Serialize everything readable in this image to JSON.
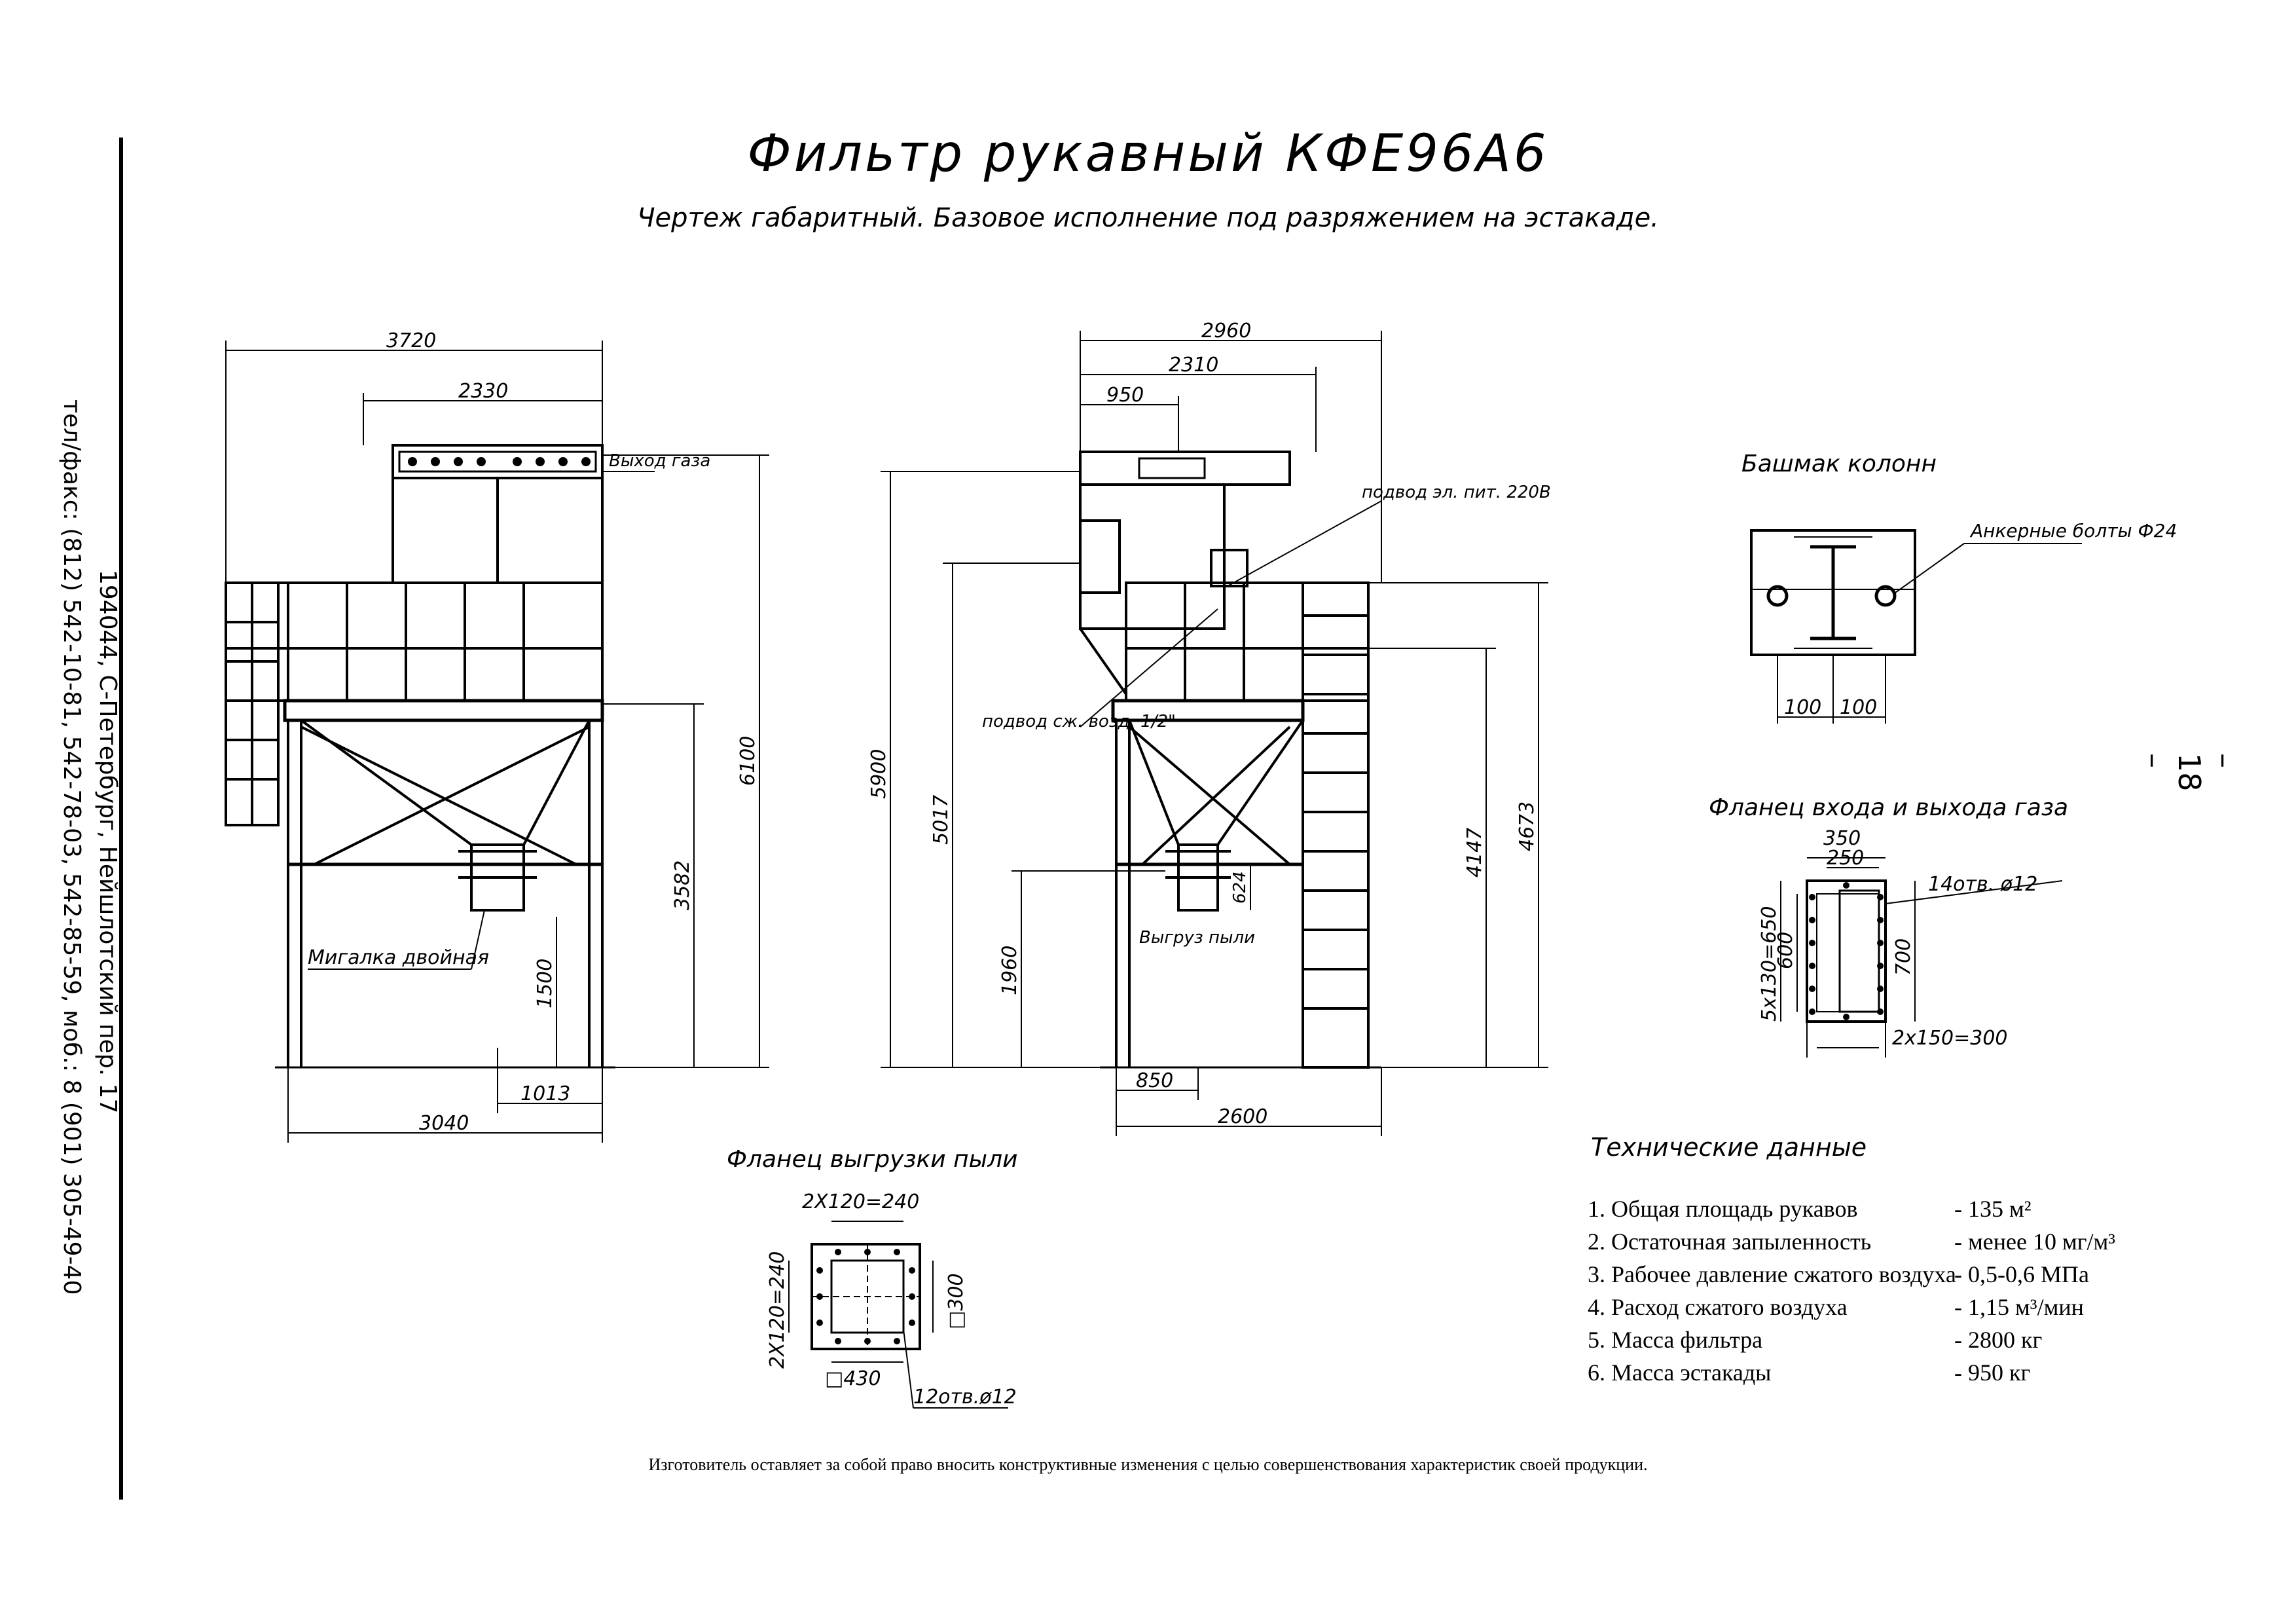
{
  "title": "Фильтр рукавный КФЕ96А6",
  "subtitle": "Чертеж габаритный. Базовое исполнение под разряжением на эстакаде.",
  "side_address": "194044, С-Петербург, Нейшлотский пер. 17",
  "side_phone": "тел/факс: (812) 542-10-81, 542-78-03, 542-85-59, моб.: 8 (901) 305-49-40",
  "page_number": "– 18 –",
  "front_view": {
    "dim_overall_width": "3720",
    "dim_top_width": "2330",
    "dim_base_width": "3040",
    "dim_offset": "1013",
    "dim_height_total": "6100",
    "dim_height_platform": "3582",
    "dim_height_outlet": "1500",
    "label_gas_outlet": "Выход газа",
    "label_flap": "Мигалка двойная"
  },
  "side_view": {
    "dim_overall_width": "2960",
    "dim_top_width": "2310",
    "dim_inlet": "950",
    "dim_base_width": "2600",
    "dim_offset": "850",
    "dim_height_total": "5900",
    "dim_height_inlet": "5017",
    "dim_height_ladder": "4673",
    "dim_height_platform": "4147",
    "dim_height_outlet": "1960",
    "dim_flap": "624",
    "label_power": "подвод эл. пит. 220В",
    "label_air": "подвод сж. возд. 1/2\"",
    "label_dust": "Выгруз пыли"
  },
  "column_base": {
    "title": "Башмак колонн",
    "label_bolts": "Анкерные болты Ф24",
    "dim_left": "100",
    "dim_right": "100"
  },
  "gas_flange": {
    "title": "Фланец входа и выхода газа",
    "dim_outer_w": "350",
    "dim_inner_w": "250",
    "dim_holes": "14отв. ø12",
    "dim_pitch_v": "5х130=650",
    "dim_inner_h": "600",
    "dim_outer_h": "700",
    "dim_pitch_h": "2х150=300"
  },
  "dust_flange": {
    "title": "Фланец выгрузки пыли",
    "dim_pitch_h": "2Х120=240",
    "dim_pitch_v": "2Х120=240",
    "dim_inner": "□300",
    "dim_outer": "□430",
    "dim_holes": "12отв.ø12"
  },
  "tech_data": {
    "title": "Технические данные",
    "rows": [
      {
        "label": "1. Общая площадь рукавов",
        "value": "- 135 м²"
      },
      {
        "label": "2. Остаточная запыленность",
        "value": "- менее 10 мг/м³"
      },
      {
        "label": "3. Рабочее давление сжатого воздуха",
        "value": "- 0,5-0,6 МПа"
      },
      {
        "label": "4. Расход сжатого воздуха",
        "value": "- 1,15 м³/мин"
      },
      {
        "label": "5. Масса фильтра",
        "value": "- 2800 кг"
      },
      {
        "label": "6. Масса эстакады",
        "value": "- 950 кг"
      }
    ]
  },
  "footer": "Изготовитель оставляет за собой право вносить конструктивные изменения с целью совершенствования характеристик своей продукции."
}
